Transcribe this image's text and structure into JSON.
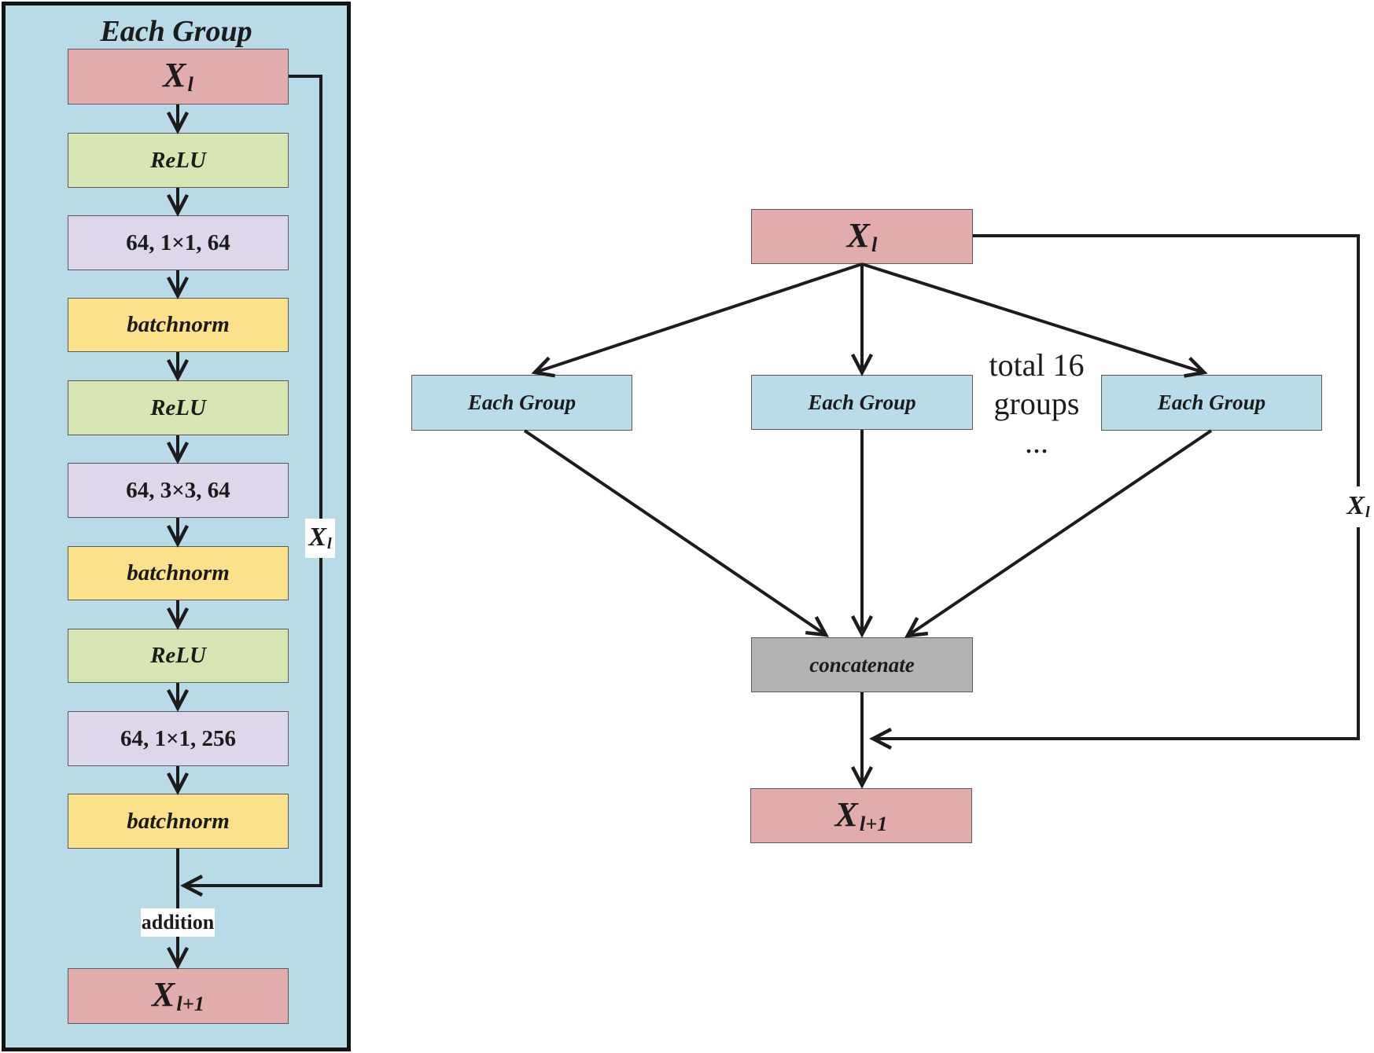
{
  "colors": {
    "panel_blue": "#b8dbe7",
    "group_blue": "#b9dce8",
    "pink": "#e3acac",
    "green": "#d7e5b3",
    "lavender": "#ded7e9",
    "yellow": "#fbe189",
    "gray": "#b3b3b3",
    "line": "#1c1c1c",
    "border": "#5a5a5a"
  },
  "left_panel": {
    "title": "Each Group",
    "blocks": [
      {
        "kind": "input",
        "main": "X",
        "sub": "l"
      },
      {
        "kind": "relu",
        "label": "ReLU"
      },
      {
        "kind": "conv",
        "label": "64, 1×1, 64"
      },
      {
        "kind": "batchnorm",
        "label": "batchnorm"
      },
      {
        "kind": "relu",
        "label": "ReLU"
      },
      {
        "kind": "conv",
        "label": "64, 3×3, 64"
      },
      {
        "kind": "batchnorm",
        "label": "batchnorm"
      },
      {
        "kind": "relu",
        "label": "ReLU"
      },
      {
        "kind": "conv",
        "label": "64, 1×1, 256"
      },
      {
        "kind": "batchnorm",
        "label": "batchnorm"
      },
      {
        "kind": "output",
        "main": "X",
        "sub": "l+1"
      }
    ],
    "addition_label": "addition",
    "skip_label": {
      "main": "X",
      "sub": "l"
    }
  },
  "right_diagram": {
    "input": {
      "main": "X",
      "sub": "l"
    },
    "groups": [
      {
        "label": "Each Group"
      },
      {
        "label": "Each Group"
      },
      {
        "label": "Each Group"
      }
    ],
    "note_lines": [
      "total 16",
      "groups",
      "..."
    ],
    "concat_label": "concatenate",
    "skip_label": {
      "main": "X",
      "sub": "l"
    },
    "output": {
      "main": "X",
      "sub": "l+1"
    }
  }
}
